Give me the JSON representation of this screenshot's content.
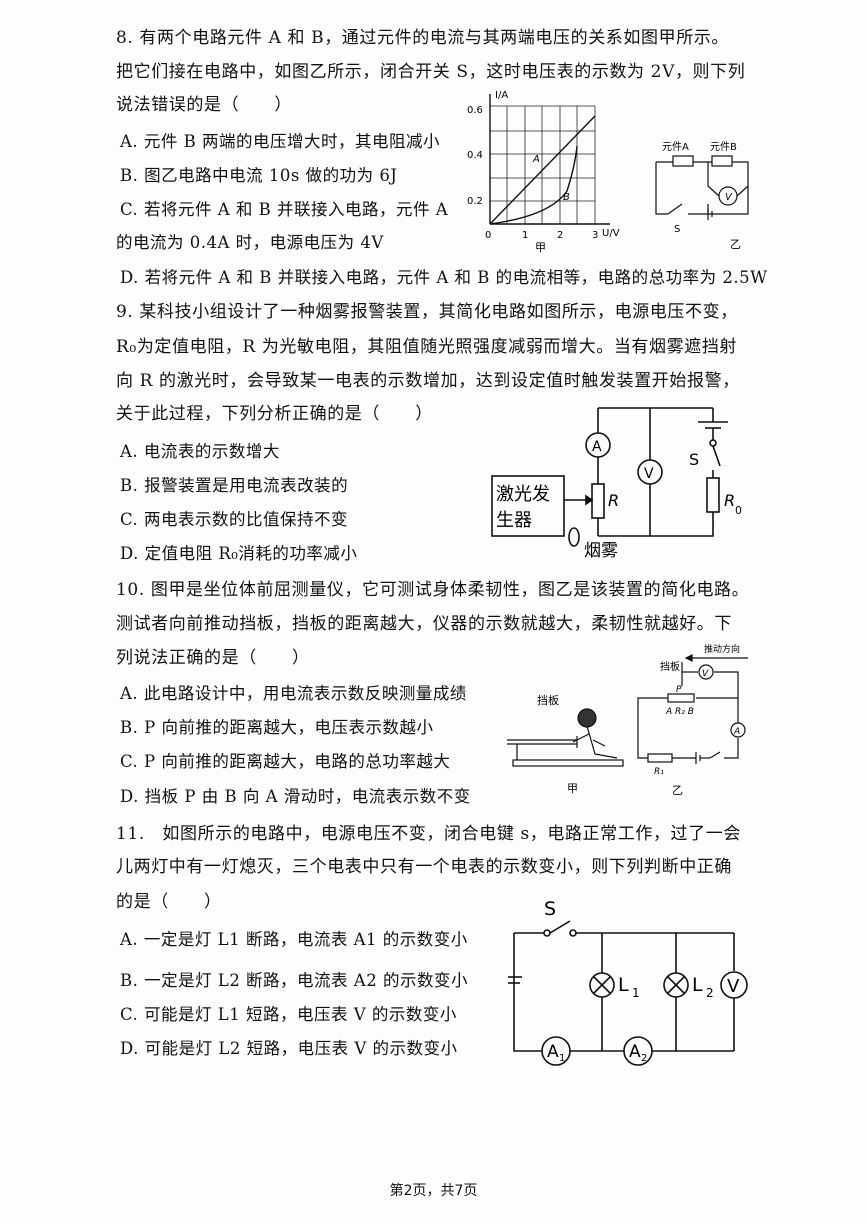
{
  "q8": {
    "lines": [
      "8. 有两个电路元件 A 和 B，通过元件的电流与其两端电压的关系如图甲所示。",
      "把它们接在电路中，如图乙所示，闭合开关 S，这时电压表的示数为 2V，则下列",
      "说法错误的是（　　）"
    ],
    "options": [
      "A. 元件 B 两端的电压增大时，其电阻减小",
      "B. 图乙电路中电流 10s 做的功为 6J",
      "C. 若将元件 A 和 B 并联接入电路，元件 A",
      "的电流为 0.4A 时，电源电压为 4V",
      "D. 若将元件 A 和 B 并联接入电路，元件 A 和 B 的电流相等，电路的总功率为 2.5W"
    ],
    "graph": {
      "y_axis_label": "I/A",
      "x_axis_label": "U/V",
      "y_ticks": [
        "0.6",
        "0.4",
        "0.2"
      ],
      "x_ticks": [
        "0",
        "1",
        "2",
        "3"
      ],
      "curve_a_label": "A",
      "curve_b_label": "B",
      "caption": "甲"
    },
    "circuit": {
      "element_a": "元件A",
      "element_b": "元件B",
      "meter": "V",
      "switch": "S",
      "caption": "乙"
    }
  },
  "q9": {
    "lines": [
      "9. 某科技小组设计了一种烟雾报警装置，其简化电路如图所示，电源电压不变，",
      "R₀为定值电阻，R 为光敏电阻，其阻值随光照强度减弱而增大。当有烟雾遮挡射",
      "向 R 的激光时，会导致某一电表的示数增加，达到设定值时触发装置开始报警，",
      "关于此过程，下列分析正确的是（　　）"
    ],
    "options": [
      "A. 电流表的示数增大",
      "B. 报警装置是用电流表改装的",
      "C. 两电表示数的比值保持不变",
      "D. 定值电阻 R₀消耗的功率减小"
    ],
    "circuit": {
      "laser_line1": "激光发",
      "laser_line2": "生器",
      "ammeter": "A",
      "voltmeter": "V",
      "switch": "S",
      "resistor": "R",
      "fixed_resistor": "R",
      "fixed_resistor_sub": "0",
      "smoke": "烟雾"
    }
  },
  "q10": {
    "lines": [
      "10. 图甲是坐位体前屈测量仪，它可测试身体柔韧性，图乙是该装置的简化电路。",
      "测试者向前推动挡板，挡板的距离越大，仪器的示数就越大，柔韧性就越好。下",
      "列说法正确的是（　　）"
    ],
    "options": [
      "A. 此电路设计中，用电流表示数反映测量成绩",
      "B. P 向前推的距离越大，电压表示数越小",
      "C. P 向前推的距离越大，电路的总功率越大",
      "D. 挡板 P 由 B 向 A 滑动时，电流表示数不变"
    ],
    "figure_a": {
      "label": "挡板",
      "caption": "甲"
    },
    "figure_b": {
      "board": "挡板",
      "direction": "推动方向",
      "meter_v": "V",
      "meter_a": "A",
      "slider": "P",
      "rheostat": "A R₂ B",
      "r1": "R₁",
      "caption": "乙"
    }
  },
  "q11": {
    "lines": [
      "11.　如图所示的电路中，电源电压不变，闭合电键 s，电路正常工作，过了一会",
      "儿两灯中有一灯熄灭，三个电表中只有一个电表的示数变小，则下列判断中正确",
      "的是（　　）"
    ],
    "options": [
      "A. 一定是灯 L1 断路，电流表 A1 的示数变小",
      "B. 一定是灯 L2 断路，电流表 A2 的示数变小",
      "C. 可能是灯 L1 短路，电压表 V 的示数变小",
      "D. 可能是灯 L2 短路，电压表 V 的示数变小"
    ],
    "circuit": {
      "switch": "S",
      "lamp1": "L",
      "lamp1_sub": "1",
      "lamp2": "L",
      "lamp2_sub": "2",
      "voltmeter": "V",
      "ammeter1": "A",
      "ammeter1_sub": "1",
      "ammeter2": "A",
      "ammeter2_sub": "2"
    }
  },
  "footer": "第2页，共7页"
}
